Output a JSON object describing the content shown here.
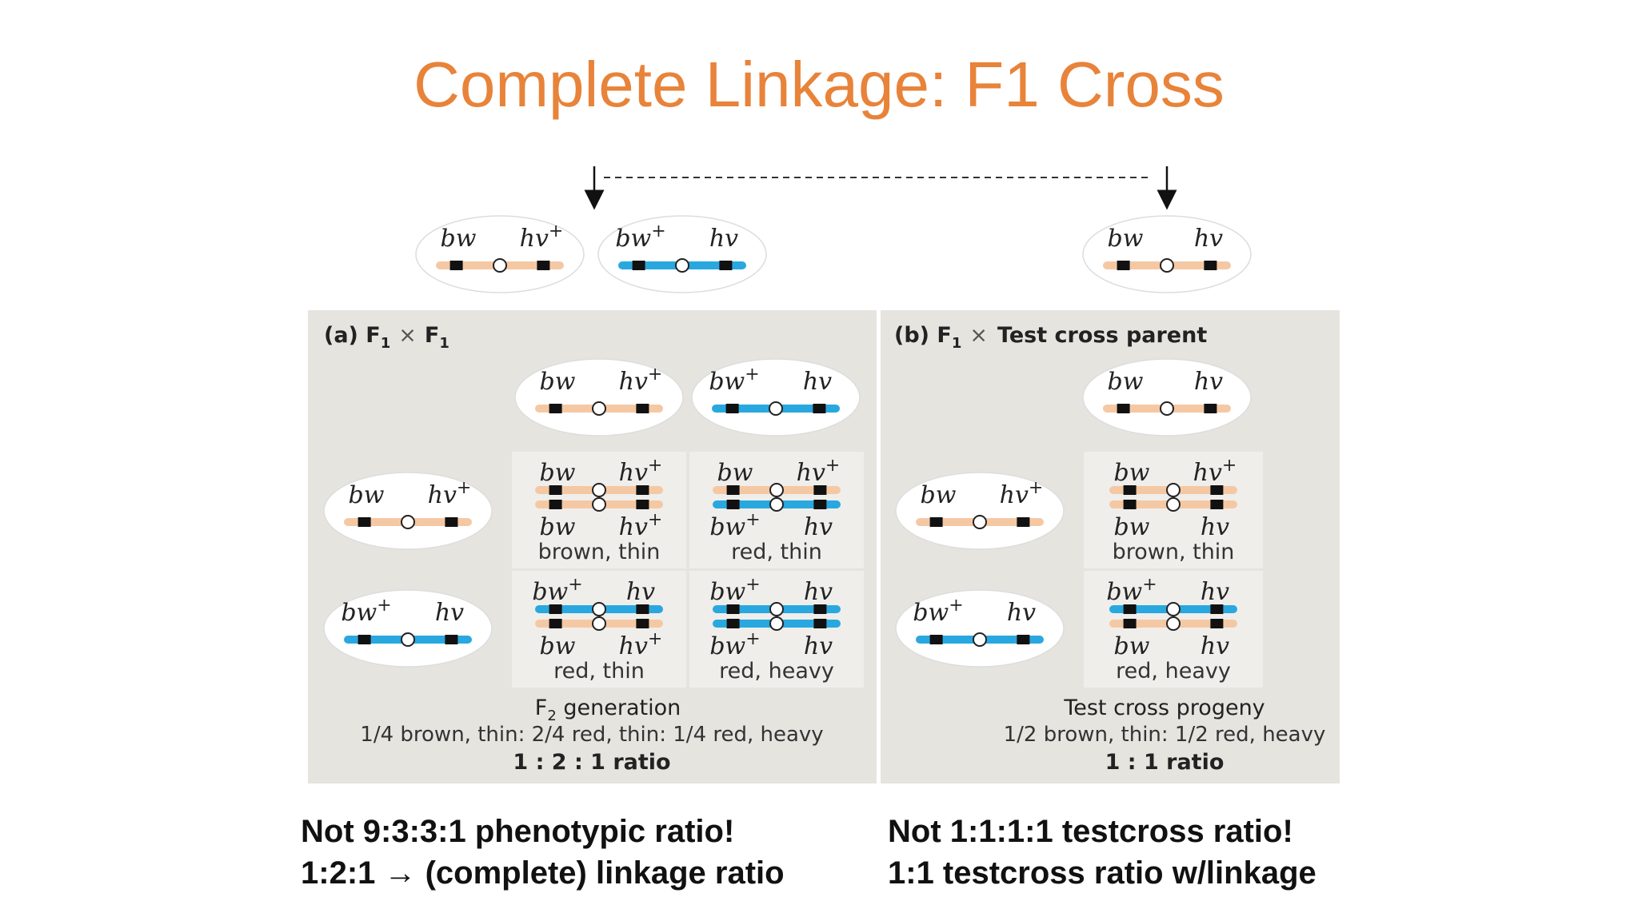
{
  "title": "Complete Linkage: F1 Cross",
  "colors": {
    "title": "#e8833a",
    "chromosome_brown": "#f5c8a4",
    "chromosome_blue": "#29a8df",
    "panel_bg": "#e6e4df",
    "cell_bg": "#efeeeb",
    "ellipse_fill": "#ffffff",
    "marker": "#111111"
  },
  "genes": {
    "bw": "bw",
    "bw_plus": "bw+",
    "hv": "hv",
    "hv_plus": "hv+"
  },
  "parents": [
    {
      "top": "bw",
      "top_sup": "",
      "right": "hv",
      "right_sup": "+",
      "color": "brown"
    },
    {
      "top": "bw",
      "top_sup": "+",
      "right": "hv",
      "right_sup": "",
      "color": "blue"
    },
    {
      "top": "bw",
      "top_sup": "",
      "right": "hv",
      "right_sup": "",
      "color": "brown"
    }
  ],
  "panel_a": {
    "label_prefix": "(a) F",
    "label_sub": "1",
    "times": "×",
    "label_prefix2": "F",
    "label_sub2": "1",
    "gametes_top": [
      {
        "left": "bw",
        "left_sup": "",
        "right": "hv",
        "right_sup": "+",
        "color": "brown"
      },
      {
        "left": "bw",
        "left_sup": "+",
        "right": "hv",
        "right_sup": "",
        "color": "blue"
      }
    ],
    "gametes_side": [
      {
        "left": "bw",
        "left_sup": "",
        "right": "hv",
        "right_sup": "+",
        "color": "brown"
      },
      {
        "left": "bw",
        "left_sup": "+",
        "right": "hv",
        "right_sup": "",
        "color": "blue"
      }
    ],
    "cells": [
      {
        "top_l": "bw",
        "top_l_sup": "",
        "top_r": "hv",
        "top_r_sup": "+",
        "bot_l": "bw",
        "bot_l_sup": "",
        "bot_r": "hv",
        "bot_r_sup": "+",
        "chrom1": "brown",
        "chrom2": "brown",
        "phenotype": "brown, thin"
      },
      {
        "top_l": "bw",
        "top_l_sup": "",
        "top_r": "hv",
        "top_r_sup": "+",
        "bot_l": "bw",
        "bot_l_sup": "+",
        "bot_r": "hv",
        "bot_r_sup": "",
        "chrom1": "brown",
        "chrom2": "blue",
        "phenotype": "red, thin"
      },
      {
        "top_l": "bw",
        "top_l_sup": "+",
        "top_r": "hv",
        "top_r_sup": "",
        "bot_l": "bw",
        "bot_l_sup": "",
        "bot_r": "hv",
        "bot_r_sup": "+",
        "chrom1": "blue",
        "chrom2": "brown",
        "phenotype": "red, thin"
      },
      {
        "top_l": "bw",
        "top_l_sup": "+",
        "top_r": "hv",
        "top_r_sup": "",
        "bot_l": "bw",
        "bot_l_sup": "+",
        "bot_r": "hv",
        "bot_r_sup": "",
        "chrom1": "blue",
        "chrom2": "blue",
        "phenotype": "red, heavy"
      }
    ],
    "caption_prefix": "F",
    "caption_sub": "2",
    "caption_rest": " generation",
    "ratio_text": "1/4 brown, thin: 2/4 red, thin: 1/4 red, heavy",
    "ratio": "1 : 2 : 1 ratio"
  },
  "panel_b": {
    "label_prefix": "(b) F",
    "label_sub": "1",
    "times": "×",
    "label_rest": "Test cross parent",
    "gamete_top": {
      "left": "bw",
      "left_sup": "",
      "right": "hv",
      "right_sup": "",
      "color": "brown"
    },
    "gametes_side": [
      {
        "left": "bw",
        "left_sup": "",
        "right": "hv",
        "right_sup": "+",
        "color": "brown"
      },
      {
        "left": "bw",
        "left_sup": "+",
        "right": "hv",
        "right_sup": "",
        "color": "blue"
      }
    ],
    "cells": [
      {
        "top_l": "bw",
        "top_l_sup": "",
        "top_r": "hv",
        "top_r_sup": "+",
        "bot_l": "bw",
        "bot_l_sup": "",
        "bot_r": "hv",
        "bot_r_sup": "",
        "chrom1": "brown",
        "chrom2": "brown",
        "phenotype": "brown, thin"
      },
      {
        "top_l": "bw",
        "top_l_sup": "+",
        "top_r": "hv",
        "top_r_sup": "",
        "bot_l": "bw",
        "bot_l_sup": "",
        "bot_r": "hv",
        "bot_r_sup": "",
        "chrom1": "blue",
        "chrom2": "brown",
        "phenotype": "red, heavy"
      }
    ],
    "caption": "Test cross progeny",
    "ratio_text": "1/2 brown, thin: 1/2 red, heavy",
    "ratio": "1 : 1 ratio"
  },
  "notes_left": [
    "Not 9:3:3:1 phenotypic ratio!",
    "1:2:1 → (complete) linkage ratio"
  ],
  "notes_right": [
    "Not 1:1:1:1 testcross ratio!",
    "1:1 testcross ratio w/linkage"
  ]
}
